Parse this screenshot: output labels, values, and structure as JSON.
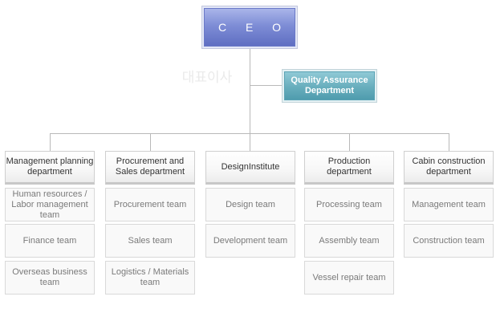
{
  "ceo": {
    "label": "C E O"
  },
  "watermark": {
    "text": "대표이사"
  },
  "quality_assurance": {
    "label": "Quality Assurance Department"
  },
  "departments": [
    {
      "name": "Management planning department",
      "teams": [
        "Human resources / Labor management team",
        "Finance team",
        "Overseas business team"
      ]
    },
    {
      "name": "Procurement and Sales department",
      "teams": [
        "Procurement team",
        "Sales team",
        "Logistics / Materials team"
      ]
    },
    {
      "name": "DesignInstitute",
      "teams": [
        "Design team",
        "Development team"
      ]
    },
    {
      "name": "Production department",
      "teams": [
        "Processing team",
        "Assembly team",
        "Vessel repair team"
      ]
    },
    {
      "name": "Cabin construction department",
      "teams": [
        "Management team",
        "Construction team"
      ]
    }
  ],
  "colors": {
    "ceo_box": "#7e8dd6",
    "qa_box": "#68aebd",
    "connector_line": "#b9b9b9",
    "team_text": "#7a7a7a"
  }
}
